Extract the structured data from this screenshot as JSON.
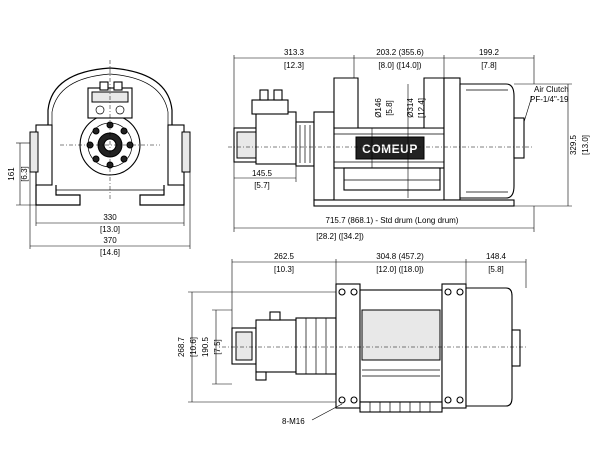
{
  "front_view": {
    "width_330": "330",
    "width_330_in": "[13.0]",
    "width_370": "370",
    "width_370_in": "[14.6]",
    "height_161": "161",
    "height_161_in": "[6.3]"
  },
  "side_view": {
    "d_313_3": "313.3",
    "d_313_3_in": "[12.3]",
    "d_203_2": "203.2 (355.6)",
    "d_203_2_in": "[8.0] ([14.0])",
    "d_199_2": "199.2",
    "d_199_2_in": "[7.8]",
    "d_145_5": "145.5",
    "d_145_5_in": "[5.7]",
    "d_146": "Ø146",
    "d_146_in": "[5.8]",
    "d_314": "Ø314",
    "d_314_in": "[12.4]",
    "d_329_5": "329.5",
    "d_329_5_in": "[13.0]",
    "overall": "715.7  (868.1)  - Std drum  (Long drum)",
    "overall_in": "[28.2]  ([34.2])",
    "air_clutch_1": "Air Clutch",
    "air_clutch_2": "PF-1/4\"-19",
    "logo": "COMEUP"
  },
  "bottom_view": {
    "d_262_5": "262.5",
    "d_262_5_in": "[10.3]",
    "d_304_8": "304.8  (457.2)",
    "d_304_8_in": "[12.0]  ([18.0])",
    "d_148_4": "148.4",
    "d_148_4_in": "[5.8]",
    "d_268_7": "268.7",
    "d_268_7_in": "[10.6]",
    "d_190_5": "190.5",
    "d_190_5_in": "[7.5]",
    "bolts": "8-M16"
  }
}
